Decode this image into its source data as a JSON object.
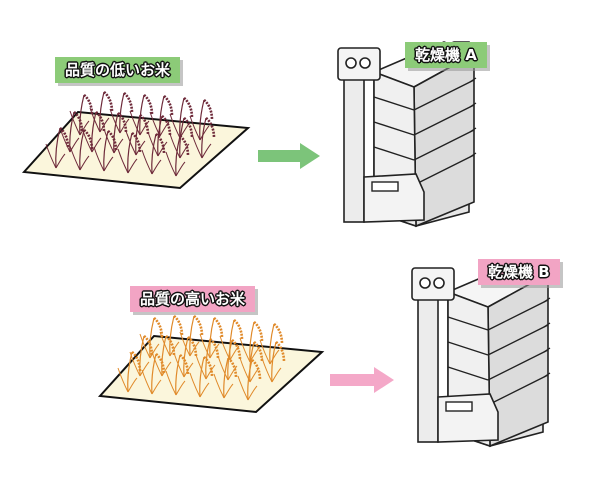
{
  "labels": {
    "low_quality_rice": "品質の低いお米",
    "high_quality_rice": "品質の高いお米",
    "dryer_a": "乾燥機 A",
    "dryer_b": "乾燥機 B"
  },
  "colors": {
    "green_label": "#8ccb78",
    "pink_label": "#f2a4c4",
    "green_arrow": "#7cc47a",
    "pink_arrow": "#f4a8c8",
    "low_rice_stalk": "#6e2a3a",
    "high_rice_stalk": "#e08a2a",
    "field_fill": "#fbf6dc"
  }
}
